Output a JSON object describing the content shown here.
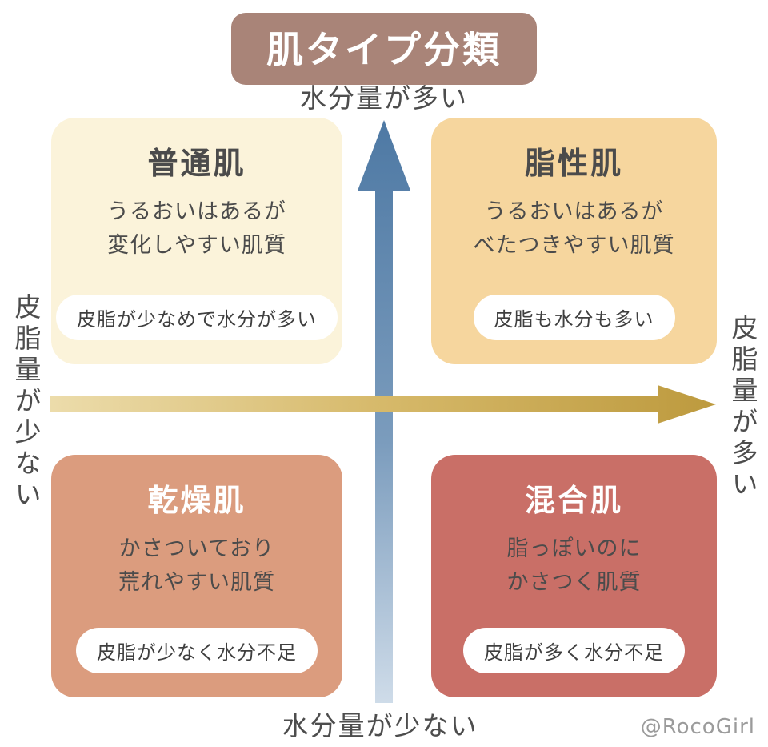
{
  "title": "肌タイプ分類",
  "credit": "@RocoGirl",
  "axes": {
    "top": "水分量が多い",
    "bottom": "水分量が少ない",
    "left": "皮脂量が少ない",
    "right": "皮脂量が多い"
  },
  "colors": {
    "title_bg": "#a98478",
    "vertical_arrow": "#4e79a4",
    "horizontal_arrow": "#bd9a3e",
    "quad_normal_bg": "#fbf3da",
    "quad_oily_bg": "#f6d69e",
    "quad_dry_bg": "#db9c7e",
    "quad_combination_bg": "#c96f67"
  },
  "quadrants": [
    {
      "name": "normal-skin",
      "title": "普通肌",
      "desc1": "うるおいはあるが",
      "desc2": "変化しやすい肌質",
      "pill": "皮脂が少なめで水分が多い"
    },
    {
      "name": "oily-skin",
      "title": "脂性肌",
      "desc1": "うるおいはあるが",
      "desc2": "べたつきやすい肌質",
      "pill": "皮脂も水分も多い"
    },
    {
      "name": "dry-skin",
      "title": "乾燥肌",
      "desc1": "かさついており",
      "desc2": "荒れやすい肌質",
      "pill": "皮脂が少なく水分不足"
    },
    {
      "name": "combination-skin",
      "title": "混合肌",
      "desc1": "脂っぽいのに",
      "desc2": "かさつく肌質",
      "pill": "皮脂が多く水分不足"
    }
  ]
}
